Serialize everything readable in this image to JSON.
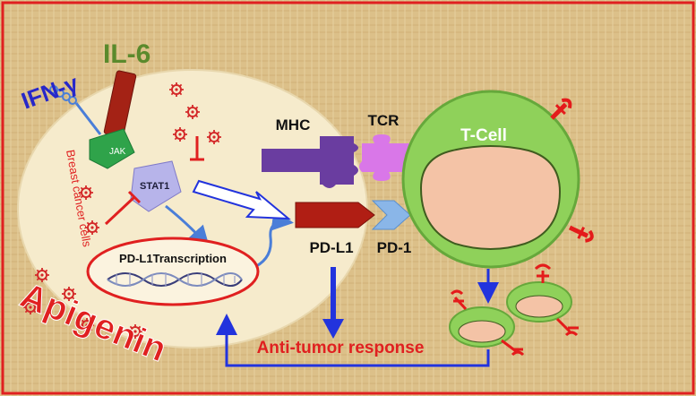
{
  "labels": {
    "il6": "IL-6",
    "ifng": "IFN-γ",
    "jak": "JAK",
    "stat1": "STAT1",
    "breast_cancer": "Breast cancer cells",
    "transcription": "PD-L1Transcription",
    "mhc": "MHC",
    "tcr": "TCR",
    "tcell": "T-Cell",
    "pdl1": "PD-L1",
    "pd1": "PD-1",
    "antitumor": "Anti-tumor response",
    "apigenin": "Apigenin"
  },
  "colors": {
    "frame": "#e02020",
    "background": "#dcc089",
    "cancer_cell": "#f6ebcc",
    "tcell_body": "#8fd15a",
    "tcell_nucleus": "#f4c3a6",
    "il6_text": "#5a8a2c",
    "ifng_text": "#2727c9",
    "arrow_blue": "#2233dd",
    "inhibit_red": "#e02020",
    "mhc": "#6a3da0",
    "tcr": "#d977e8",
    "pdl1": "#b01e14",
    "pd1": "#8ab6e8",
    "jak": "#2fa34a",
    "stat1": "#b7b4ea"
  }
}
